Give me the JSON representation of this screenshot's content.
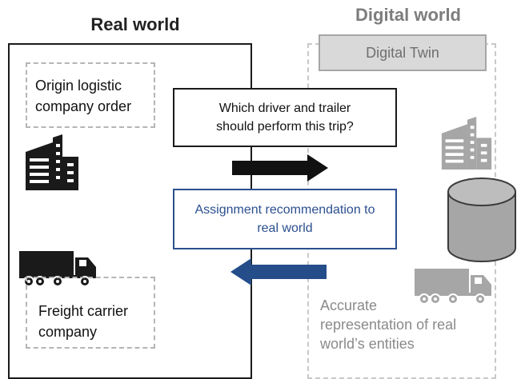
{
  "real_world": {
    "title": "Real world",
    "origin_box": {
      "line1": "Origin logistic",
      "line2": "company order"
    },
    "carrier_box": {
      "line1": "Freight carrier",
      "line2": "company"
    }
  },
  "digital_world": {
    "title": "Digital world",
    "twin_label": "Digital Twin",
    "description": {
      "line1": "Accurate",
      "line2": "representation of real",
      "line3": "world’s entities"
    }
  },
  "question_box": {
    "line1": "Which driver and trailer",
    "line2": "should perform this trip?"
  },
  "assignment_box": {
    "line1": "Assignment recommendation to",
    "line2": "real world"
  },
  "colors": {
    "real_black": "#1a1a1a",
    "digital_gray": "#a6a6a6",
    "assignment_blue": "#2b4f8f",
    "arrow_blue": "#244d8a"
  },
  "icons": [
    "building-icon",
    "truck-icon",
    "database-icon",
    "arrow-right-icon",
    "arrow-left-icon"
  ]
}
